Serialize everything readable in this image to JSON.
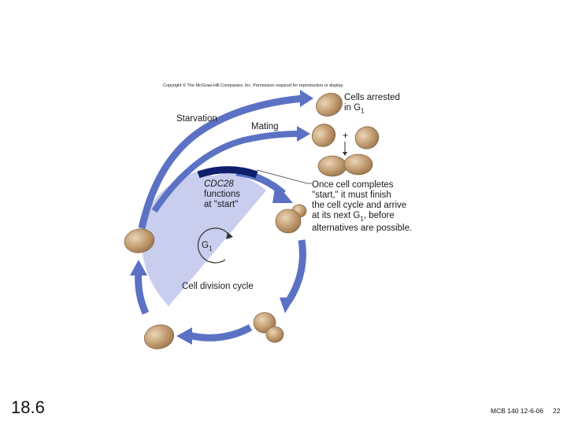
{
  "copyright": "Copyright © The McGraw-Hill Companies, Inc. Permission required for reproduction or display.",
  "labels": {
    "arrested_line1": "Cells arrested",
    "arrested_line2": "in G",
    "arrested_sub": "1",
    "starvation": "Starvation",
    "mating": "Mating",
    "plus": "+",
    "start_line1": "CDC28",
    "start_line2": "functions",
    "start_line3": "at \"start\"",
    "once_line1": "Once cell completes",
    "once_line2": "\"start,\" it must finish",
    "once_line3": "the cell cycle and arrive",
    "once_line4_a": "at its next G",
    "once_line4_sub": "1",
    "once_line4_b": ", before",
    "once_line5": "alternatives are possible.",
    "g1": "G",
    "g1_sub": "1",
    "cell_division_cycle": "Cell division cycle"
  },
  "footer": {
    "slide_number": "18.6",
    "code": "MCB 140 12-6-06",
    "page": "22"
  },
  "colors": {
    "arrow_blue": "#5b72c4",
    "start_band": "#0e1f6e",
    "wedge": "#c9cdee",
    "cell_fill": "#c4a27a",
    "cell_edge": "#8a6a48"
  }
}
